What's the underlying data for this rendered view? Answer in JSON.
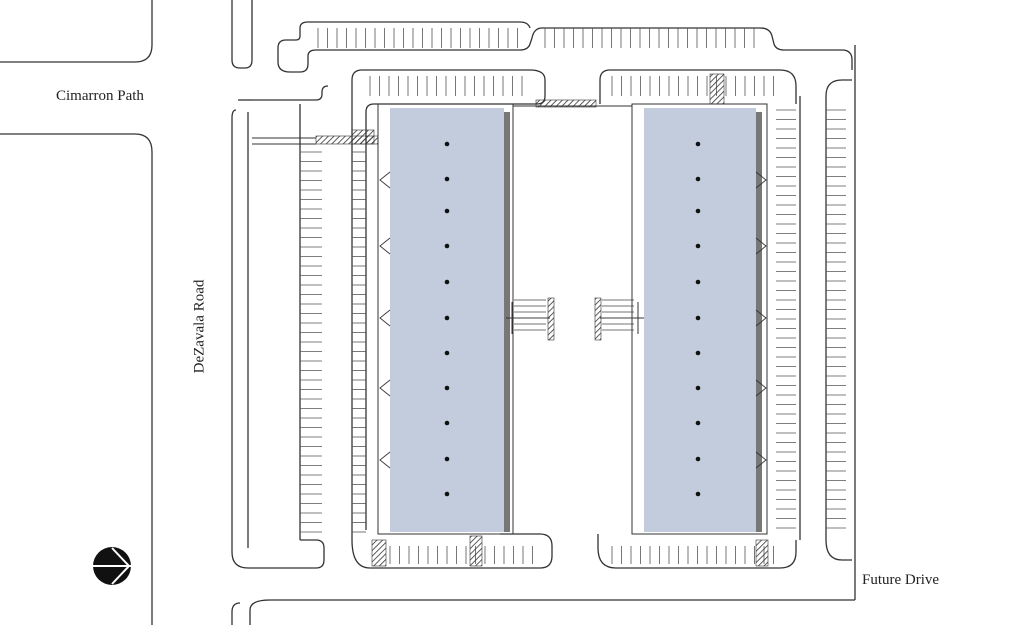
{
  "streets": {
    "cimarron": "Cimarron Path",
    "dezavala": "DeZavala Road",
    "future": "Future Drive"
  },
  "colors": {
    "building_fill": "#c3ccdc",
    "line": "#333333",
    "hatch": "#555555"
  },
  "icons": {
    "north_arrow": "north-arrow-icon",
    "column_dot": "column-dot",
    "accessible": "accessible-parking-icon"
  }
}
